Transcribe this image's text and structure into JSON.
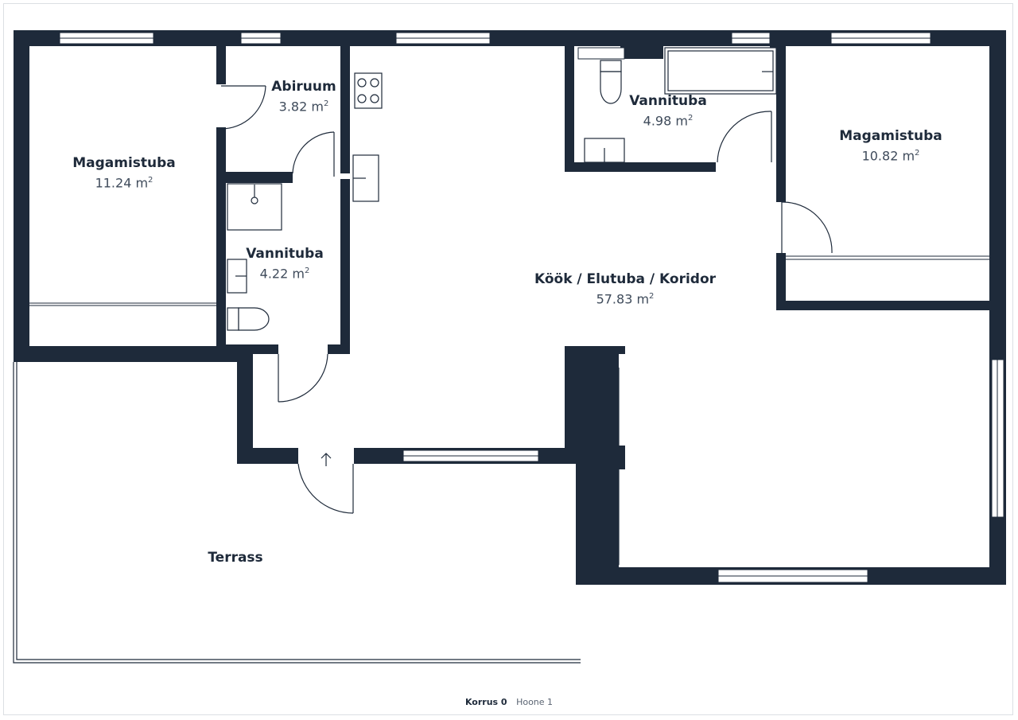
{
  "colors": {
    "wall": "#1e2a3a",
    "window": "#ffffff",
    "fixture_stroke": "#1e2a3a",
    "background": "#ffffff"
  },
  "rooms": [
    {
      "id": "magamistuba_left",
      "name": "Magamistuba",
      "area": "11.24 m",
      "unit_sup": "2"
    },
    {
      "id": "abiruum",
      "name": "Abiruum",
      "area": "3.82 m",
      "unit_sup": "2"
    },
    {
      "id": "vannituba_small",
      "name": "Vannituba",
      "area": "4.22 m",
      "unit_sup": "2"
    },
    {
      "id": "vannituba_top",
      "name": "Vannituba",
      "area": "4.98 m",
      "unit_sup": "2"
    },
    {
      "id": "magamistuba_right",
      "name": "Magamistuba",
      "area": "10.82 m",
      "unit_sup": "2"
    },
    {
      "id": "kook",
      "name": "Köök / Elutuba / Koridor",
      "area": "57.83 m",
      "unit_sup": "2"
    },
    {
      "id": "terrass",
      "name": "Terrass",
      "area": "",
      "unit_sup": ""
    }
  ],
  "footer": {
    "floor": "Korrus 0",
    "building": "Hoone 1"
  },
  "icons": [
    "entrance-arrow-icon",
    "stove-icon",
    "sink-icon",
    "toilet-icon",
    "shower-icon",
    "bathtub-icon"
  ]
}
